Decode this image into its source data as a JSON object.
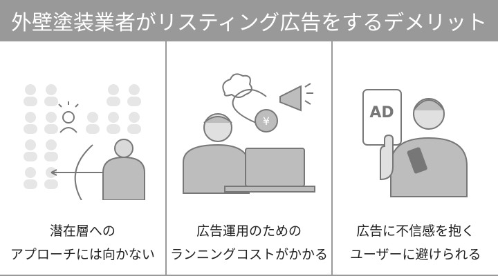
{
  "title": "外壁塗装業者がリスティング広告をするデメリット",
  "panels": [
    {
      "line1": "潜在層への",
      "line2": "アプローチには向かない",
      "icon": "archer-crowd-illustration"
    },
    {
      "line1": "広告運用のための",
      "line2": "ランニングコストがかかる",
      "icon": "worried-man-laptop-illustration"
    },
    {
      "line1": "広告に不信感を抱く",
      "line2": "ユーザーに避けられる",
      "icon": "man-rejecting-ad-illustration"
    }
  ],
  "ad_label": "AD",
  "yen_symbol": "¥",
  "colors": {
    "header": "#999999",
    "illustration": "#bdbdbd",
    "skin": "#e0e0e0"
  }
}
